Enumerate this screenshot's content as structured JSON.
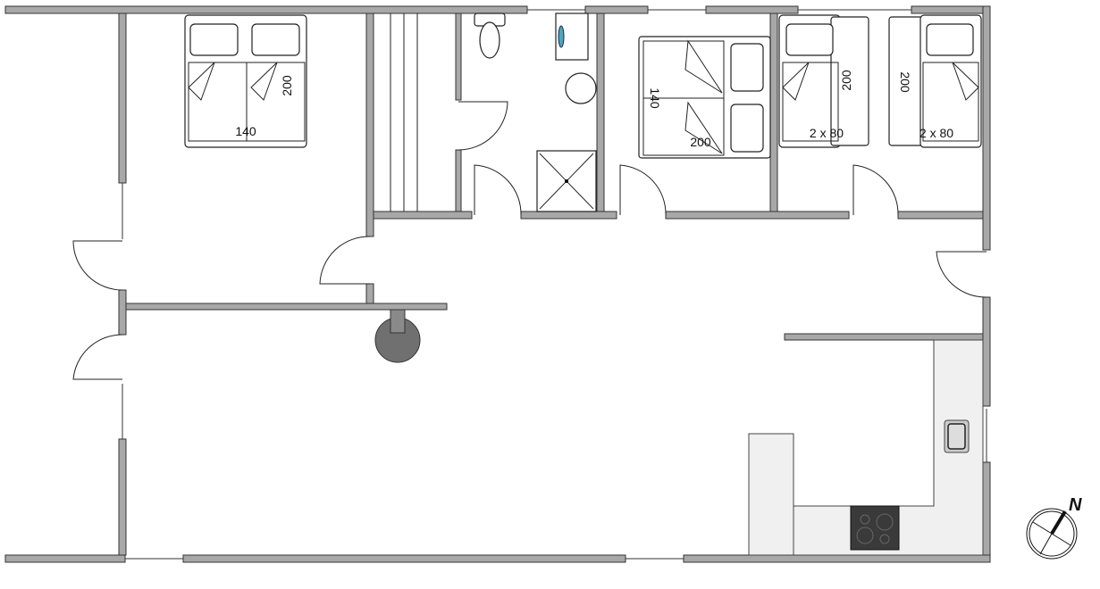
{
  "plan": {
    "bedroom_1": {
      "bed_width": "140",
      "bed_length": "200"
    },
    "bedroom_2": {
      "bed_width": "140",
      "bed_length": "200"
    },
    "bedroom_3": {
      "bed_size": "2 x 80",
      "bed_length": "200"
    },
    "bedroom_4": {
      "bed_size": "2 x 80",
      "bed_length": "200"
    },
    "compass": {
      "north_label": "N"
    }
  },
  "colors": {
    "wall": "#a8a8a8",
    "counter": "#f0f0f0",
    "chimney": "#707070",
    "stove": "#3a3a3a"
  }
}
